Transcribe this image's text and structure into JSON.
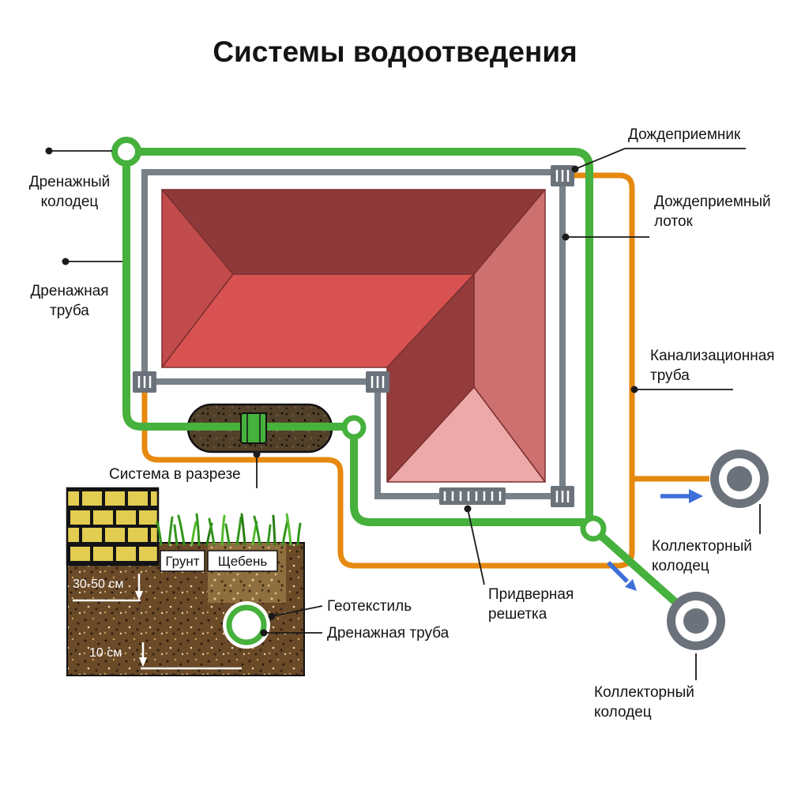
{
  "title": "Системы водоотведения",
  "labels": {
    "rain_inlet": "Дождеприемник",
    "drainage_well": [
      "Дренажный",
      "колодец"
    ],
    "drainage_pipe": [
      "Дренажная",
      "труба"
    ],
    "rain_tray": [
      "Дождеприемный",
      "лоток"
    ],
    "sewer_pipe": [
      "Канализационная",
      "труба"
    ],
    "collector_well_top": [
      "Коллекторный",
      "колодец"
    ],
    "collector_well_bottom": [
      "Коллекторный",
      "колодец"
    ],
    "door_grate": [
      "Придверная",
      "решетка"
    ],
    "cross_section_title": "Система в разрезе",
    "soil": "Грунт",
    "gravel": "Щебень",
    "depth_top": "30-50 см",
    "depth_bottom": "10 см",
    "geotextile": "Геотекстиль",
    "drainage_pipe_section": "Дренажная труба"
  },
  "colors": {
    "drain_pipe_green": "#46b13c",
    "sewer_orange": "#e6890f",
    "gutter_gray": "#78808a",
    "roof_dark": "#8f3a3a",
    "roof_red": "#d95252",
    "roof_pink": "#cd7070",
    "roof_light_pink": "#eda9a9",
    "flow_arrow_blue": "#3d6fd8",
    "well_gray": "#6b727b",
    "soil_brown": "#6b4a28",
    "brick_yellow": "#e2cc52"
  }
}
